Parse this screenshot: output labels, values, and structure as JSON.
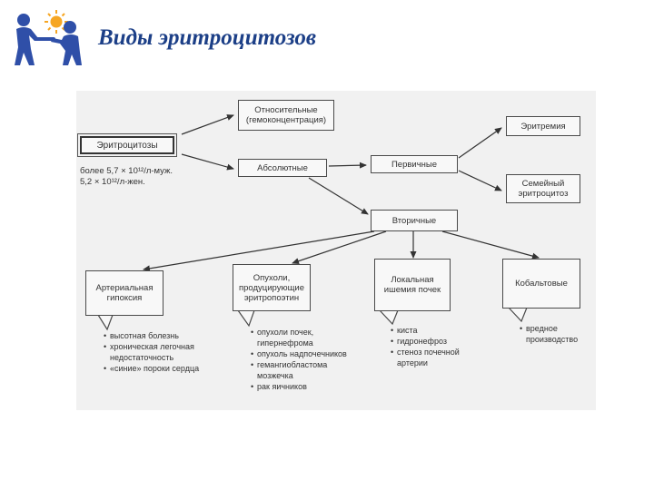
{
  "slide": {
    "title": "Виды эритроцитозов"
  },
  "logo": {
    "icon": "children-with-sun-logo",
    "color": "#2f4fa8",
    "sun_color": "#f6a623"
  },
  "diagram": {
    "root": "Эритроцитозы",
    "root_criteria": "более 5,7 × 10¹²/л-муж.\n5,2 × 10¹²/л-жен.",
    "relative": "Относительные\n(гемоконцентрация)",
    "absolute": "Абсолютные",
    "primary": "Первичные",
    "erythremia": "Эритремия",
    "familial": "Семейный\nэритроцитоз",
    "secondary": "Вторичные",
    "causes": [
      {
        "label": "Артериальная\nгипоксия",
        "items": [
          "высотная болезнь",
          "хроническая легочная\nнедостаточность",
          "«синие» пороки сердца"
        ]
      },
      {
        "label": "Опухоли,\nпродуцирующие\nэритропоэтин",
        "items": [
          "опухоли почек,\nгипернефрома",
          "опухоль надпочечников",
          "гемангиобластома\nмозжечка",
          "рак яичников"
        ]
      },
      {
        "label": "Локальная\nишемия почек",
        "items": [
          "киста",
          "гидронефроз",
          "стеноз почечной\nартерии"
        ]
      },
      {
        "label": "Кобальтовые",
        "items": [
          "вредное\nпроизводство"
        ]
      }
    ]
  }
}
